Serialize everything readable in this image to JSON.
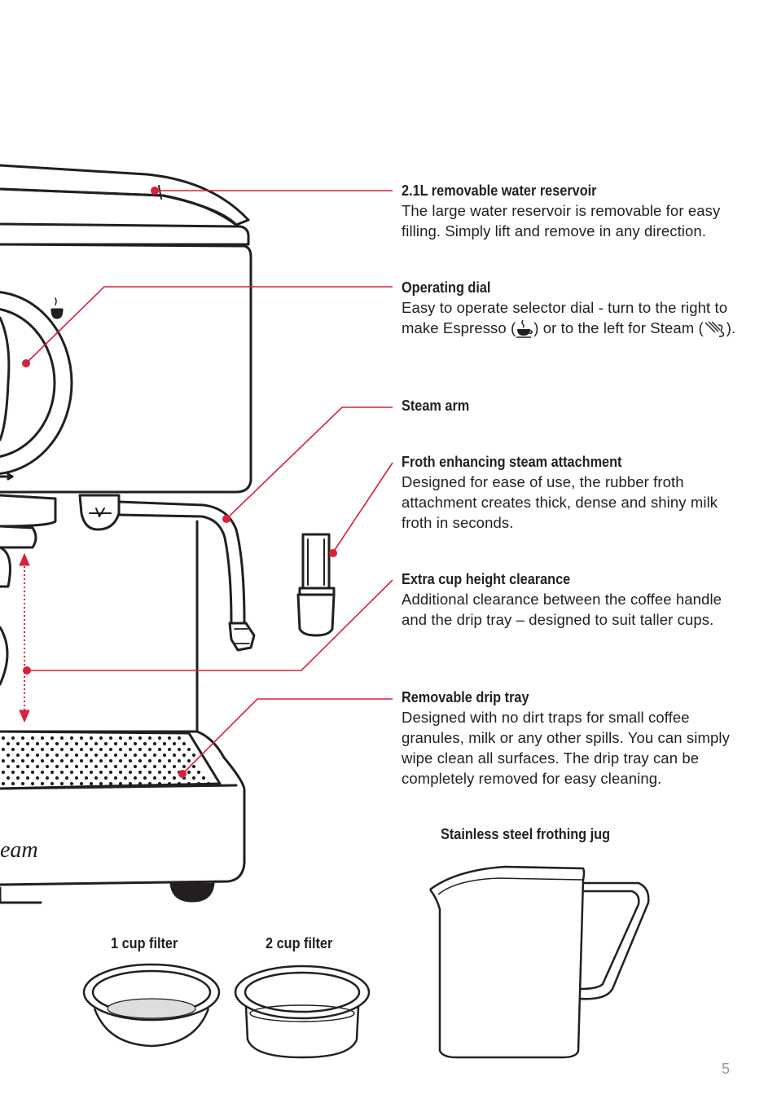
{
  "features": [
    {
      "title": "2.1L removable water reservoir",
      "text": "The large water reservoir is removable for easy filling. Simply lift and remove in any direction."
    },
    {
      "title": "Operating dial",
      "text_before": "Easy to operate selector dial - turn to the right to make Espresso (",
      "text_middle": ") or to the left for Steam (",
      "text_after": ")."
    },
    {
      "title": "Steam arm"
    },
    {
      "title": "Froth enhancing steam attachment",
      "text": "Designed for ease of use, the rubber froth attachment creates thick, dense and shiny milk froth in seconds."
    },
    {
      "title": "Extra cup height clearance",
      "text": "Additional clearance between the coffee handle and the drip tray – designed to suit taller cups."
    },
    {
      "title": "Removable drip tray",
      "text": "Designed with no dirt traps for small coffee granules, milk or any other spills. You can simply wipe clean all surfaces. The drip tray can be completely removed for easy cleaning."
    }
  ],
  "accessories": {
    "jug": "Stainless steel frothing jug",
    "filter1": "1 cup filter",
    "filter2": "2 cup filter"
  },
  "brand_fragment": "eam",
  "page_number": "5",
  "icons": [
    "espresso-cup-icon",
    "steam-icon"
  ],
  "colors": {
    "callout_red": "#d7203b",
    "ink": "#231f20"
  }
}
